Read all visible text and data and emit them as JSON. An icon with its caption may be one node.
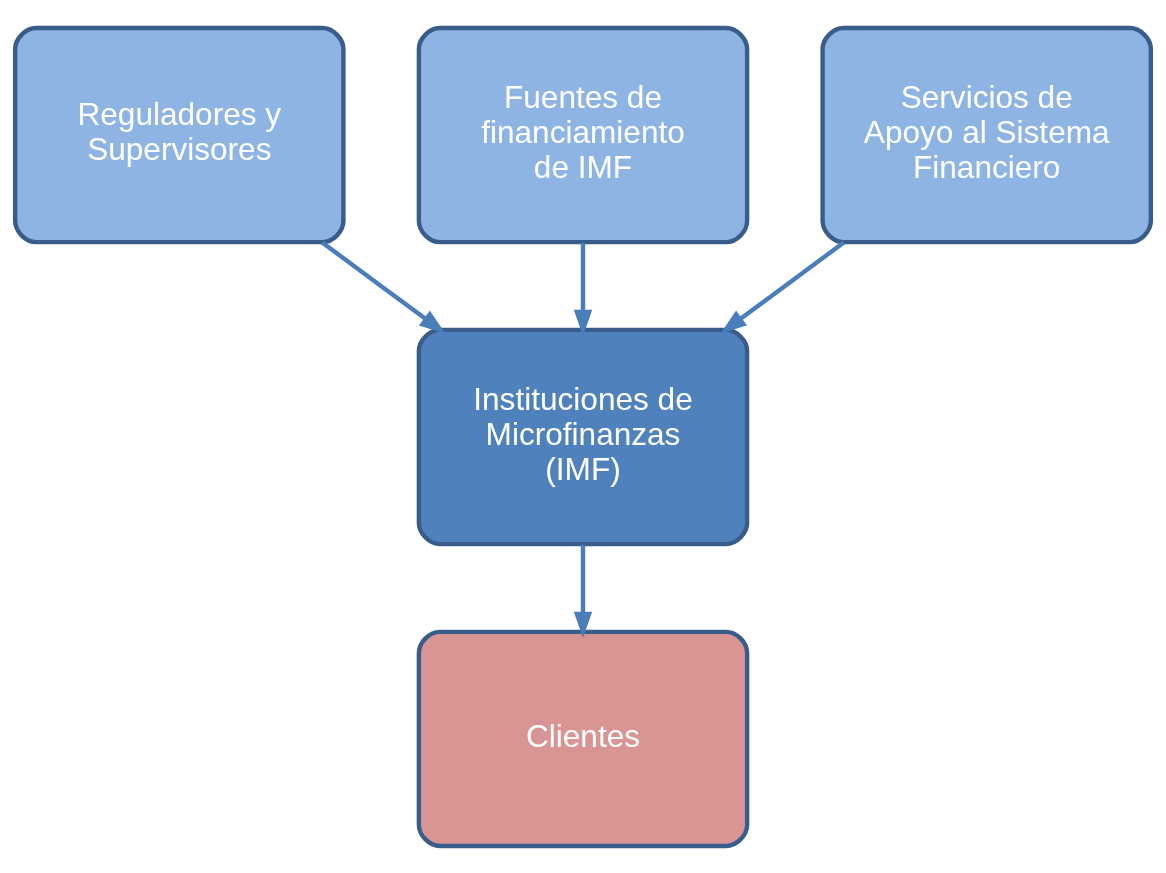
{
  "diagram": {
    "nodes": [
      {
        "text": [
          "Reguladores y Supervisores"
        ]
      },
      {
        "text": [
          "Fuentes de financiamiento de IMF"
        ]
      },
      {
        "text": [
          "Servicios de Apoyo al Sistema Financiero"
        ]
      },
      {
        "text": [
          "Instituciones de Microfinanzas (IMF)"
        ]
      },
      {
        "text": [
          "Clientes"
        ]
      }
    ],
    "edges": [
      {
        "from": 0,
        "to": 3,
        "arrow": "to"
      },
      {
        "from": 1,
        "to": 3,
        "arrow": "to"
      },
      {
        "from": 2,
        "to": 3,
        "arrow": "to"
      },
      {
        "from": 3,
        "to": 4,
        "arrow": "to"
      }
    ]
  }
}
